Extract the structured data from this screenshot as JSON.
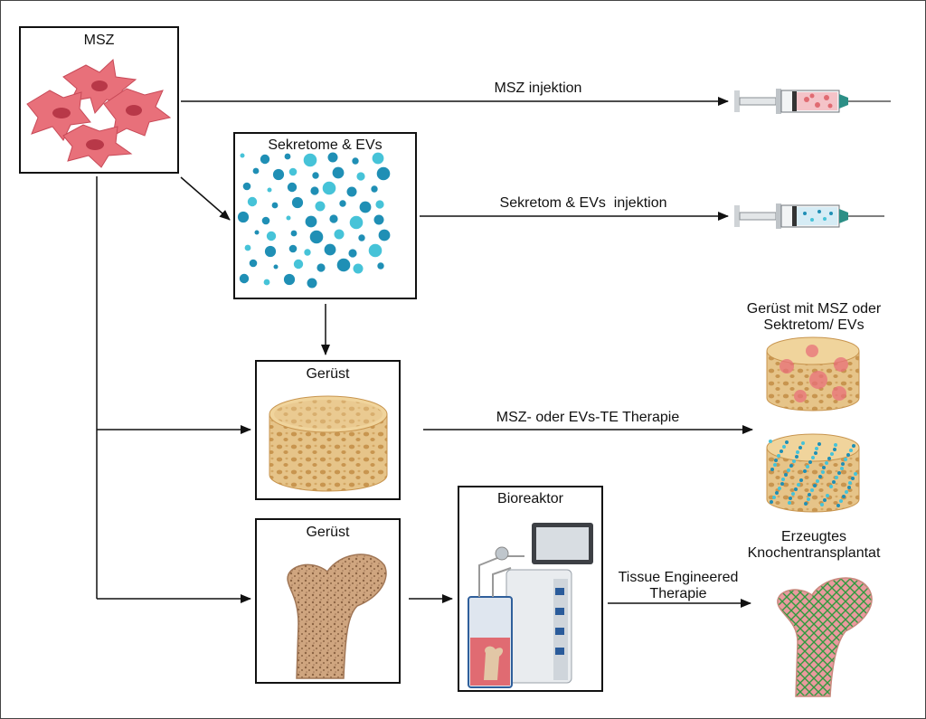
{
  "boxes": {
    "msz": "MSZ",
    "sekretome": "Sekretome & EVs",
    "geruest_top": "Gerüst",
    "geruest_bottom": "Gerüst",
    "bioreaktor": "Bioreaktor"
  },
  "arrows": {
    "msz_injection": "MSZ injektion",
    "sekretom_injection": "Sekretom & EVs  injektion",
    "te_therapy": "MSZ- oder EVs-TE Therapie",
    "tissue_engineered_line1": "Tissue Engineered",
    "tissue_engineered_line2": "Therapie"
  },
  "results": {
    "scaffold_line1": "Gerüst mit MSZ oder",
    "scaffold_line2": "Sektretom/ EVs",
    "graft_line1": "Erzeugtes",
    "graft_line2": "Knochentransplantat"
  },
  "colors": {
    "cell": "#e8707a",
    "vesicle_dark": "#1f8fb5",
    "vesicle_light": "#46c3d8",
    "scaffold": "#e8c78f",
    "bone": "#d9b896",
    "graft_green": "#3aa84a"
  }
}
